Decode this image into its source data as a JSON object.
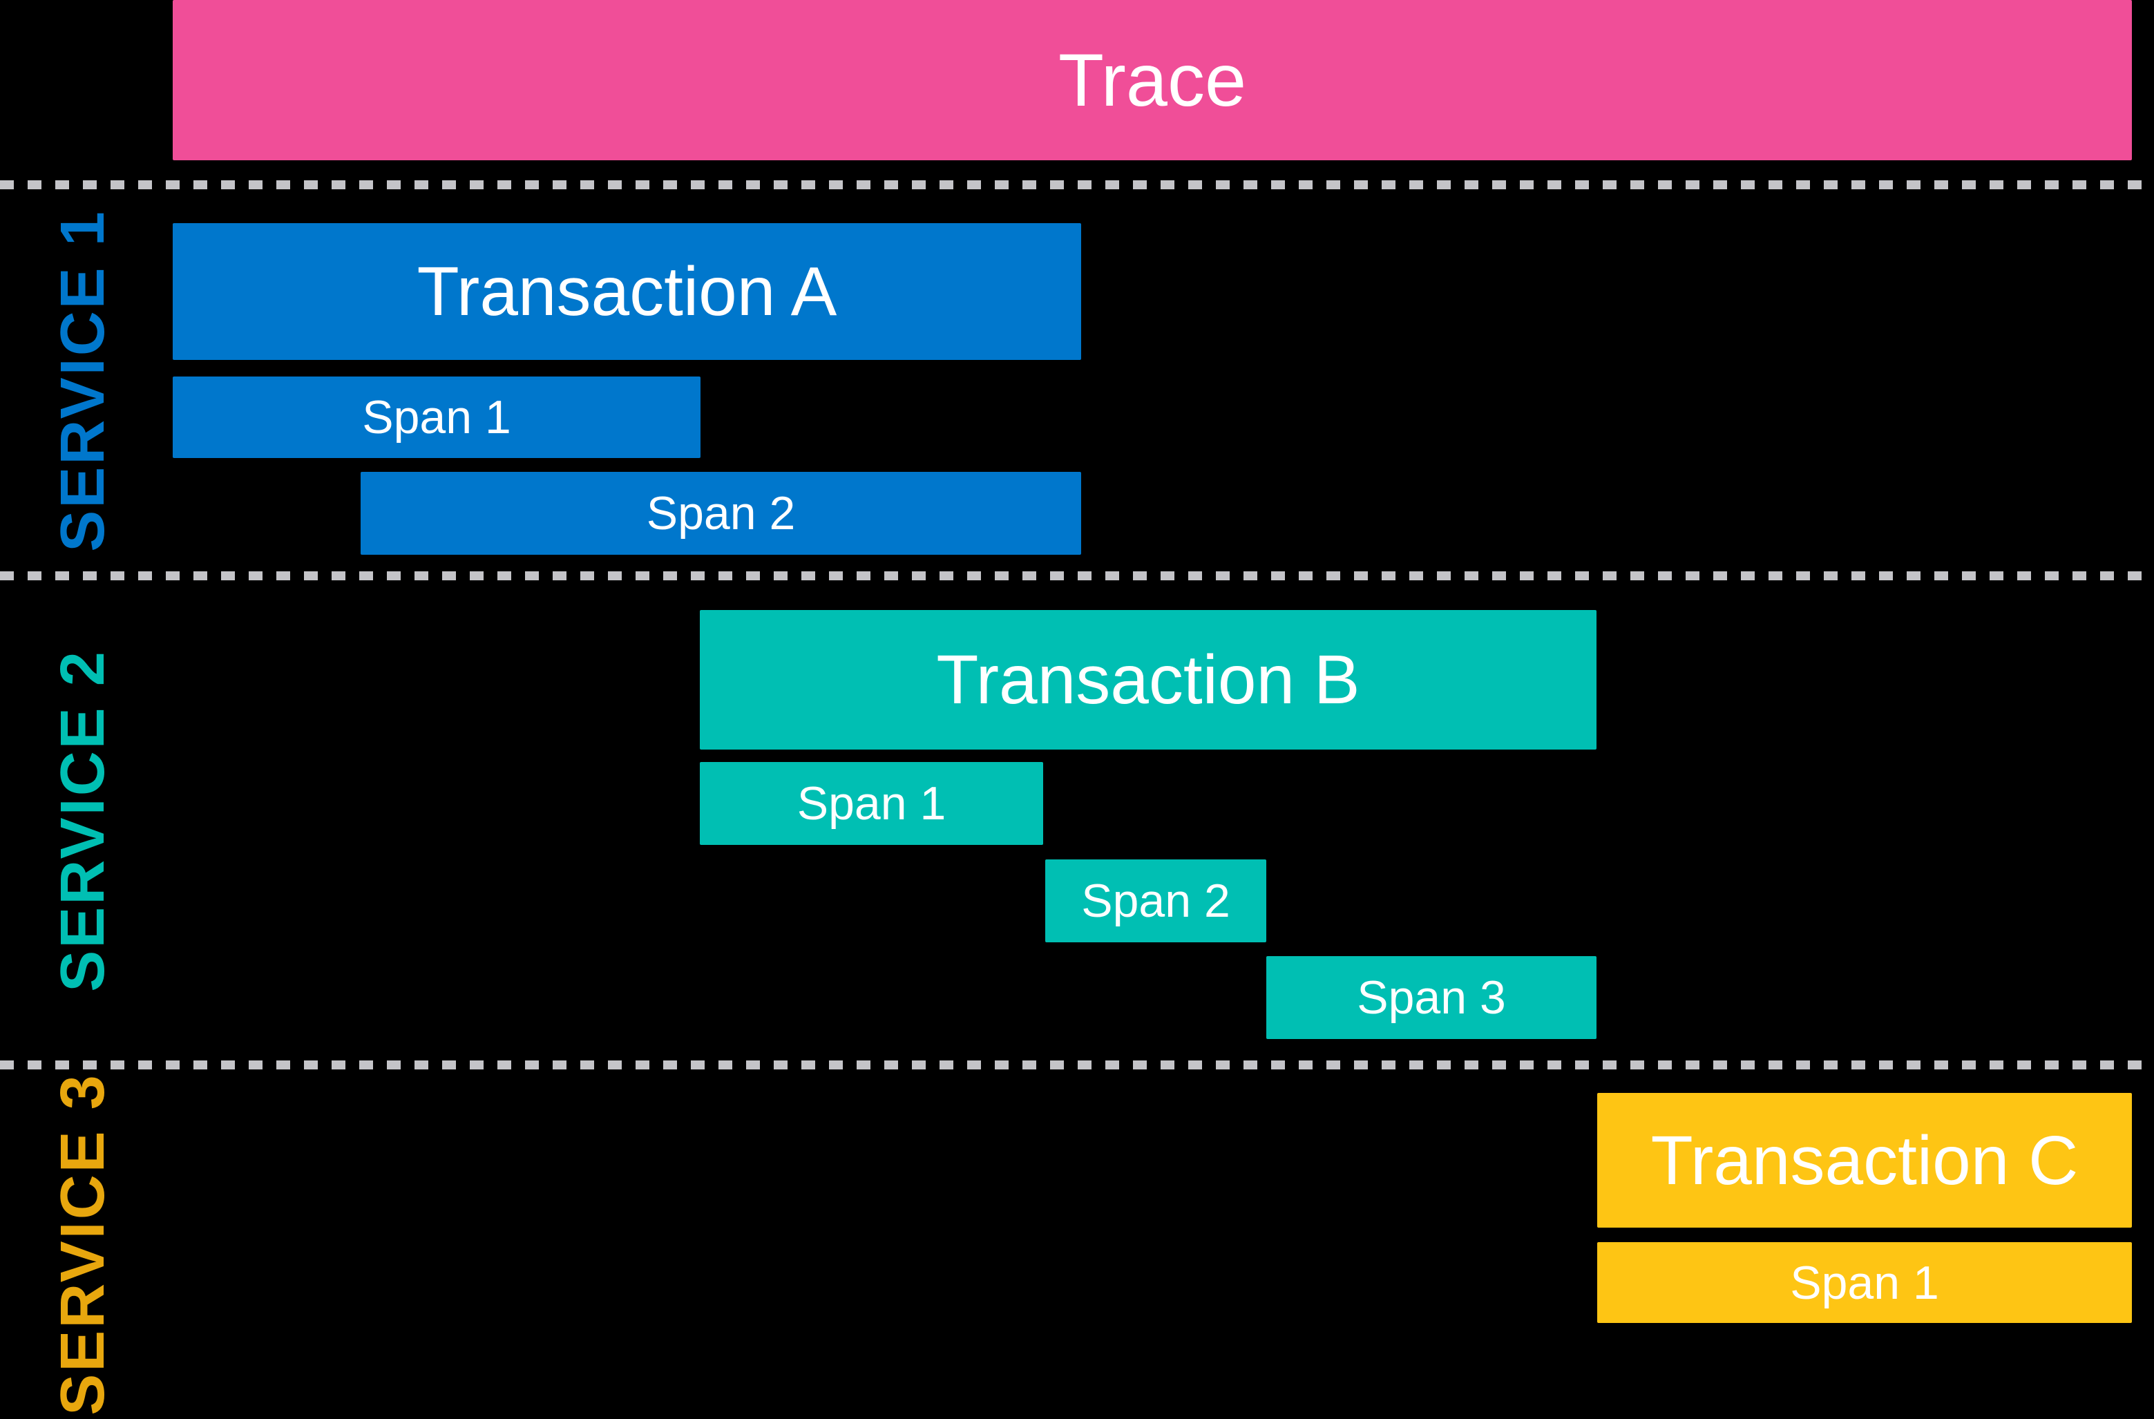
{
  "diagram": {
    "description": "Distributed trace waterfall diagram: one trace spanning three services with transactions and spans",
    "background_color": "#000000",
    "text_color": "#FFFFFF",
    "divider_color": "#C4C4C8"
  },
  "trace": {
    "label": "Trace",
    "color": "#F04E98"
  },
  "services": [
    {
      "name": "SERVICE 1",
      "label_color": "#0077CC",
      "bar_color": "#0077CC",
      "bars": [
        {
          "type": "transaction",
          "label": "Transaction A"
        },
        {
          "type": "span",
          "label": "Span 1"
        },
        {
          "type": "span",
          "label": "Span 2"
        }
      ]
    },
    {
      "name": "SERVICE 2",
      "label_color": "#00BFB3",
      "bar_color": "#00BFB3",
      "bars": [
        {
          "type": "transaction",
          "label": "Transaction B"
        },
        {
          "type": "span",
          "label": "Span 1"
        },
        {
          "type": "span",
          "label": "Span 2"
        },
        {
          "type": "span",
          "label": "Span 3"
        }
      ]
    },
    {
      "name": "SERVICE 3",
      "label_color": "#E8A70E",
      "bar_color": "#FEC514",
      "bars": [
        {
          "type": "transaction",
          "label": "Transaction C"
        },
        {
          "type": "span",
          "label": "Span 1"
        }
      ]
    }
  ]
}
